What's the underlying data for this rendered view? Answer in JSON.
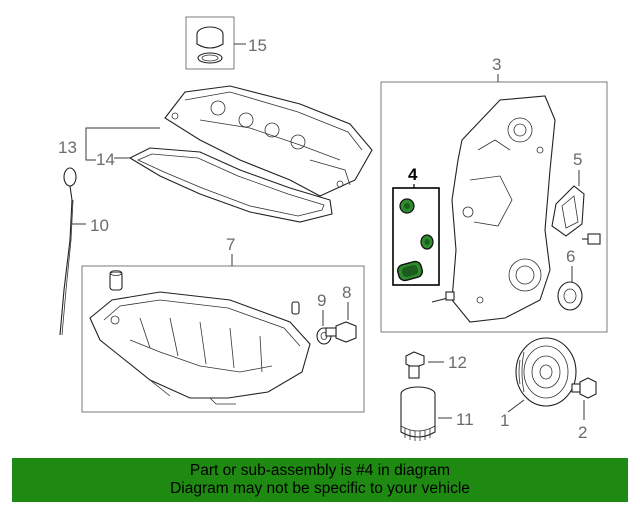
{
  "callouts": {
    "c1": "1",
    "c2": "2",
    "c3": "3",
    "c4": "4",
    "c5": "5",
    "c6": "6",
    "c7": "7",
    "c8": "8",
    "c9": "9",
    "c10": "10",
    "c11": "11",
    "c12": "12",
    "c13": "13",
    "c14": "14",
    "c15": "15"
  },
  "banner": {
    "line1": "Part or sub-assembly is #4 in diagram",
    "line2": "Diagram may not be specific to your vehicle"
  },
  "colors": {
    "banner_bg": "#1f8a12",
    "highlight_part": "#2e8b2e",
    "callout_text": "#6b6b6b"
  }
}
